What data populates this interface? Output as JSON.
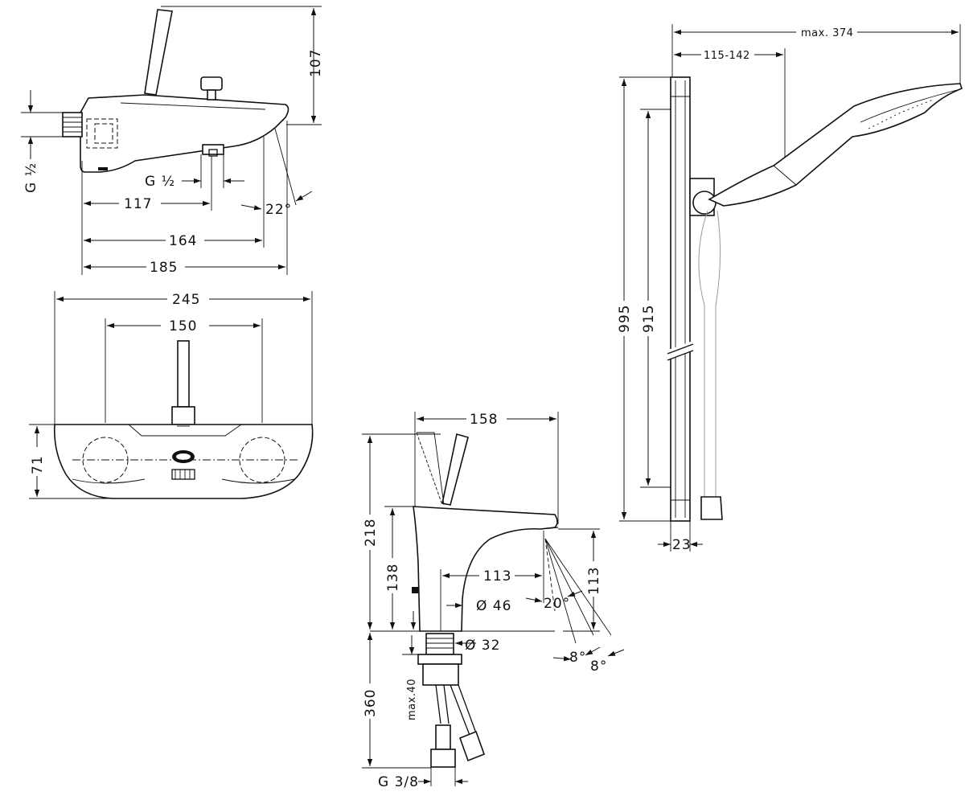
{
  "dimensions": {
    "spout_height": "107",
    "thread_left": "G ½",
    "thread_middle": "G ½",
    "len_117": "117",
    "angle_22": "22°",
    "len_164": "164",
    "len_185": "185",
    "width_245": "245",
    "spacing_150": "150",
    "depth_71": "71",
    "basin_158": "158",
    "basin_218": "218",
    "basin_138": "138",
    "basin_113_reach": "113",
    "basin_113_height": "113",
    "dia_46": "Ø 46",
    "angle_20": "20°",
    "dia_32": "Ø 32",
    "angle_8a": "8°",
    "angle_8b": "8°",
    "max_40": "max.40",
    "basin_360": "360",
    "thread_g38": "G 3/8",
    "shower_max374": "max. 374",
    "shower_115_142": "115-142",
    "rail_995": "995",
    "rail_915": "915",
    "rail_depth_23": "23"
  },
  "colors": {
    "line": "#111111",
    "background": "#ffffff"
  }
}
